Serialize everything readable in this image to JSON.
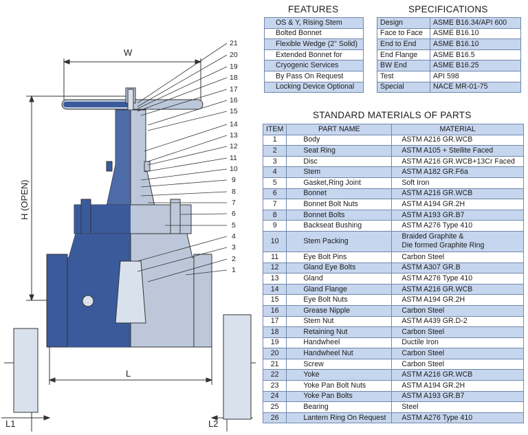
{
  "features": {
    "title": "FEATURES",
    "items": [
      "OS & Y, Rising Stem",
      "Bolted Bonnet",
      "Flexible Wedge (2\" Solid)",
      "Extended Bonnet for",
      "Cryogenic Services",
      "By Pass On Request",
      "Locking Device Optional"
    ]
  },
  "specifications": {
    "title": "SPECIFICATIONS",
    "rows": [
      {
        "label": "Design",
        "value": "ASME B16.34/API 600"
      },
      {
        "label": "Face to Face",
        "value": "ASME B16.10"
      },
      {
        "label": "End to End",
        "value": "ASME B16.10"
      },
      {
        "label": "End Flange",
        "value": "ASME B16.5"
      },
      {
        "label": "BW End",
        "value": "ASME B16.25"
      },
      {
        "label": "Test",
        "value": "API 598"
      },
      {
        "label": "Special",
        "value": "NACE MR-01-75"
      }
    ]
  },
  "materials": {
    "title": "STANDARD MATERIALS OF PARTS",
    "headers": [
      "ITEM",
      "PART NAME",
      "MATERIAL"
    ],
    "rows": [
      {
        "item": "1",
        "part": "Body",
        "material": "ASTM A216 GR.WCB"
      },
      {
        "item": "2",
        "part": "Seat Ring",
        "material": "ASTM A105 + Stellite Faced"
      },
      {
        "item": "3",
        "part": "Disc",
        "material": "ASTM A216 GR.WCB+13Cr Faced"
      },
      {
        "item": "4",
        "part": "Stem",
        "material": "ASTM A182 GR.F6a"
      },
      {
        "item": "5",
        "part": "Gasket,Ring Joint",
        "material": "Soft Iron"
      },
      {
        "item": "6",
        "part": "Bonnet",
        "material": "ASTM A216 GR.WCB"
      },
      {
        "item": "7",
        "part": "Bonnet Bolt Nuts",
        "material": "ASTM A194 GR.2H"
      },
      {
        "item": "8",
        "part": "Bonnet Bolts",
        "material": "ASTM A193 GR.B7"
      },
      {
        "item": "9",
        "part": "Backseat Bushing",
        "material": "ASTM A276 Type 410"
      },
      {
        "item": "10",
        "part": "Stem Packing",
        "material": "Braided Graphite &",
        "material2": "Die formed Graphite Ring"
      },
      {
        "item": "11",
        "part": "Eye Bolt Pins",
        "material": "Carbon Steel"
      },
      {
        "item": "12",
        "part": "Gland Eye Bolts",
        "material": "ASTM A307 GR.B"
      },
      {
        "item": "13",
        "part": "Gland",
        "material": "ASTM A276 Type 410"
      },
      {
        "item": "14",
        "part": "Gland Flange",
        "material": "ASTM A216 GR.WCB"
      },
      {
        "item": "15",
        "part": "Eye Bolt Nuts",
        "material": "ASTM A194 GR.2H"
      },
      {
        "item": "16",
        "part": "Grease Nipple",
        "material": "Carbon Steel"
      },
      {
        "item": "17",
        "part": "Stem Nut",
        "material": "ASTM A439 GR.D-2"
      },
      {
        "item": "18",
        "part": "Retaining Nut",
        "material": "Carbon Steel"
      },
      {
        "item": "19",
        "part": "Handwheel",
        "material": "Ductile Iron"
      },
      {
        "item": "20",
        "part": "Handwheel Nut",
        "material": "Carbon Steel"
      },
      {
        "item": "21",
        "part": "Screw",
        "material": "Carbon Steel"
      },
      {
        "item": "22",
        "part": "Yoke",
        "material": "ASTM A216 GR.WCB"
      },
      {
        "item": "23",
        "part": "Yoke Pan Bolt Nuts",
        "material": "ASTM A194 GR.2H"
      },
      {
        "item": "24",
        "part": "Yoke Pan Bolts",
        "material": "ASTM A193 GR.B7"
      },
      {
        "item": "25",
        "part": "Bearing",
        "material": "Steel"
      },
      {
        "item": "26",
        "part": "Lantern Ring On Request",
        "material": "ASTM A276 Type 410"
      }
    ]
  },
  "drawing": {
    "dimensions": {
      "w": "W",
      "h": "H (OPEN)",
      "l": "L",
      "l1": "L1",
      "l2": "L2"
    },
    "callouts": [
      "21",
      "20",
      "19",
      "18",
      "17",
      "16",
      "15",
      "14",
      "13",
      "12",
      "11",
      "10",
      "9",
      "8",
      "7",
      "6",
      "5",
      "4",
      "3",
      "2",
      "1"
    ],
    "colors": {
      "body": "#bcc8da",
      "section": "#3a5a9c",
      "line": "#333333"
    }
  }
}
